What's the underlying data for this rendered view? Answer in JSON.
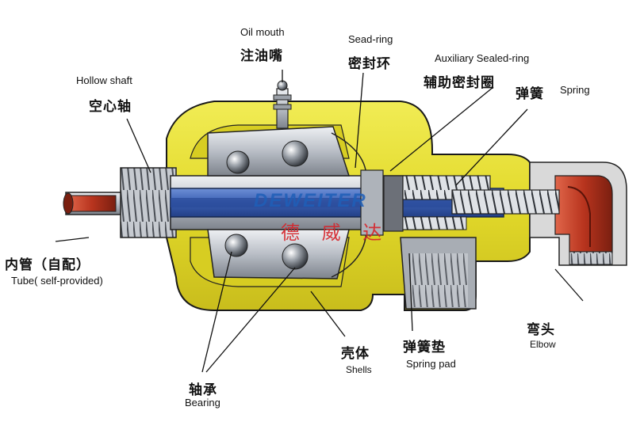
{
  "watermark": {
    "brand_en": "DEWEITER",
    "brand_cn": "德 威 达"
  },
  "labels": {
    "oil_mouth": {
      "en": "Oil mouth",
      "cn": "注油嘴"
    },
    "sead_ring": {
      "en": "Sead-ring",
      "cn": "密封环"
    },
    "auxiliary_sealed_ring": {
      "en": "Auxiliary Sealed-ring",
      "cn": "辅助密封圈"
    },
    "spring": {
      "en": "Spring",
      "cn": "弹簧"
    },
    "hollow_shaft": {
      "en": "Hollow shaft",
      "cn": "空心轴"
    },
    "tube": {
      "cn": "内管（自配）",
      "en": "Tube( self-provided)"
    },
    "elbow": {
      "cn": "弯头",
      "en": "Elbow"
    },
    "spring_pad": {
      "cn": "弹簧垫",
      "en": "Spring pad"
    },
    "shells": {
      "cn": "壳体",
      "en": "Shells"
    },
    "bearing": {
      "cn": "轴承",
      "en": "Bearing"
    }
  },
  "colors": {
    "housing": "#e6df2e",
    "shaft_blue": "#3f63b4",
    "steel": "#cfd3d9",
    "elbow_red": "#b8341e",
    "tube_red": "#d24a2c"
  }
}
